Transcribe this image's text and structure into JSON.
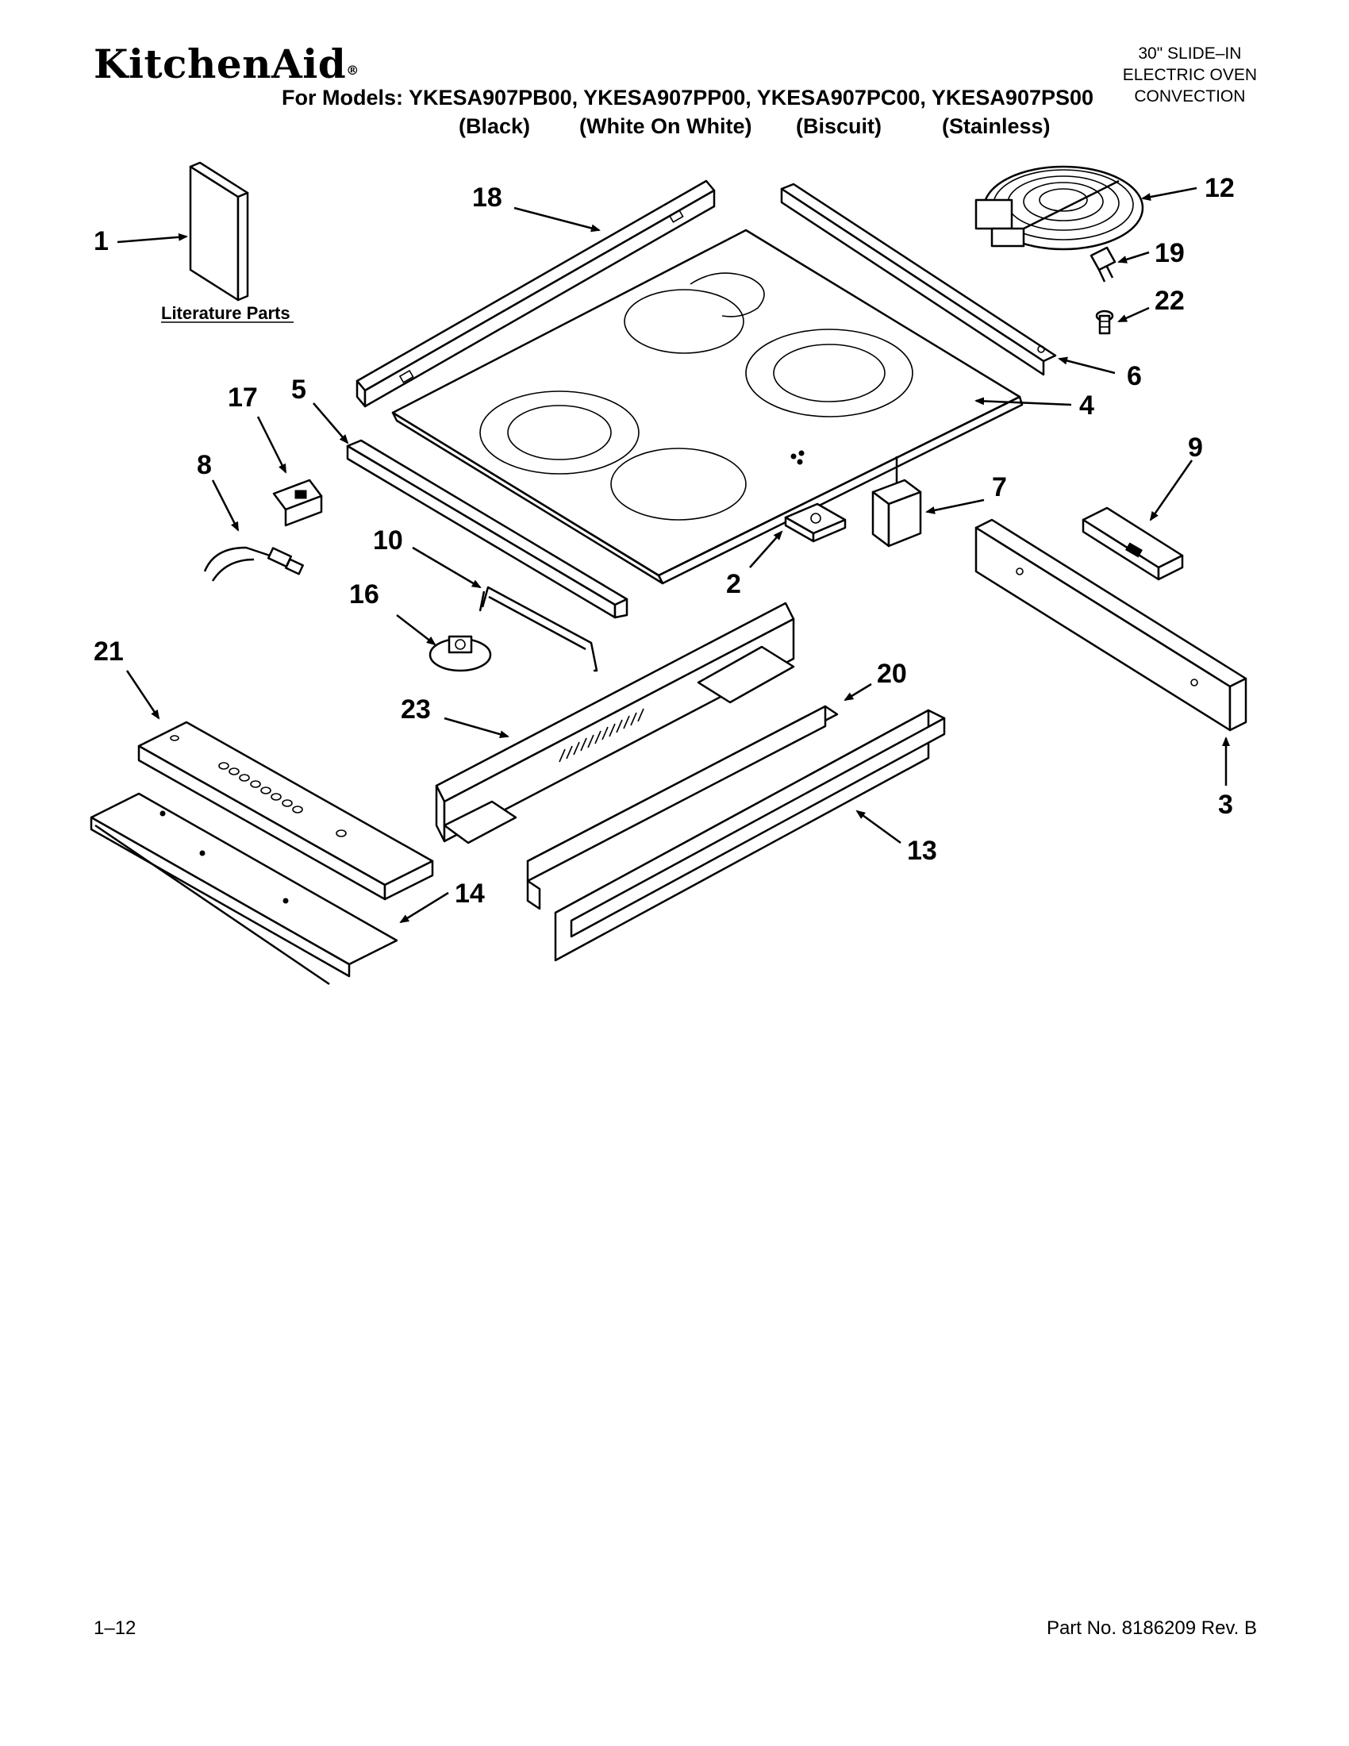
{
  "header": {
    "brand": "KitchenAid",
    "models_line": "For Models: YKESA907PB00, YKESA907PP00, YKESA907PC00, YKESA907PS00",
    "colors": [
      "(Black)",
      "(White On White)",
      "(Biscuit)",
      "(Stainless)"
    ],
    "oven_type": [
      "30\" SLIDE–IN",
      "ELECTRIC OVEN",
      "CONVECTION"
    ]
  },
  "diagram": {
    "literature_label": "Literature Parts",
    "callouts": [
      "1",
      "2",
      "3",
      "4",
      "5",
      "6",
      "7",
      "8",
      "9",
      "10",
      "12",
      "13",
      "14",
      "16",
      "17",
      "18",
      "19",
      "20",
      "21",
      "22",
      "23"
    ]
  },
  "footer": {
    "page": "1–12",
    "part_no": "Part No. 8186209 Rev. B"
  }
}
